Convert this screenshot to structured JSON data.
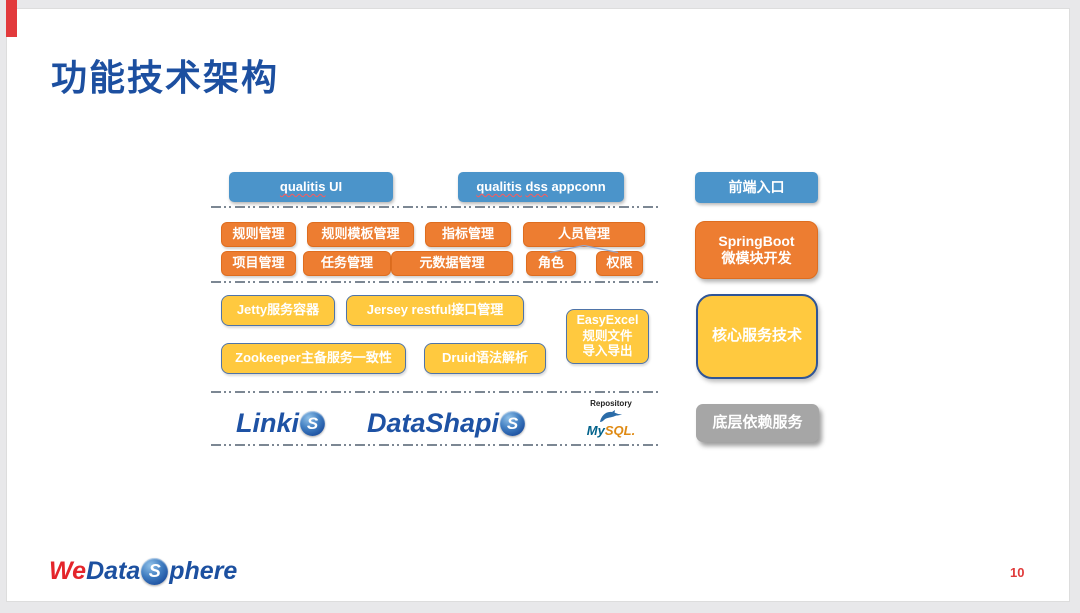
{
  "slide": {
    "title": "功能技术架构",
    "page_number": "10"
  },
  "colors": {
    "title_blue": "#1c4fa0",
    "box_blue": "#4b94ca",
    "box_orange": "#ed7d31",
    "box_yellow": "#ffc93f",
    "box_gray": "#a6a6a6",
    "accent_red_bar": "#e23a3c",
    "core_border_blue": "#2f5597",
    "dash_line_gray": "#7c8793",
    "page_number_red": "#e03a3a"
  },
  "diagram": {
    "ui_layer": {
      "qualitis_ui_word1": "qualitis",
      "qualitis_ui_word2": "UI",
      "qualitis_dss_word1": "qualitis",
      "qualitis_dss_word2": "dss",
      "qualitis_dss_word3": "appconn",
      "frontend_entry": "前端入口"
    },
    "function_layer": {
      "rule_mgmt": "规则管理",
      "rule_template_mgmt": "规则模板管理",
      "metric_mgmt": "指标管理",
      "user_mgmt": "人员管理",
      "project_mgmt": "项目管理",
      "task_mgmt": "任务管理",
      "metadata_mgmt": "元数据管理",
      "role": "角色",
      "permission": "权限",
      "springboot_line1": "SpringBoot",
      "springboot_line2": "微模块开发"
    },
    "service_layer": {
      "jetty": "Jetty服务容器",
      "jersey": "Jersey restful接口管理",
      "easyexcel_line1": "EasyExcel",
      "easyexcel_line2": "规则文件",
      "easyexcel_line3": "导入导出",
      "zookeeper": "Zookeeper主备服务一致性",
      "druid": "Druid语法解析",
      "core_service": "核心服务技术"
    },
    "dependency_layer": {
      "linkis_text": "Linki",
      "linkis_s": "S",
      "datasphere_text": "DataShapi",
      "datasphere_s": "S",
      "repository_label": "Repository",
      "mysql_my": "My",
      "mysql_sql": "SQL.",
      "bottom_service": "底层依赖服务"
    }
  },
  "footer": {
    "logo_we": "We",
    "logo_data": "Data",
    "logo_s": "S",
    "logo_phere": "phere"
  }
}
